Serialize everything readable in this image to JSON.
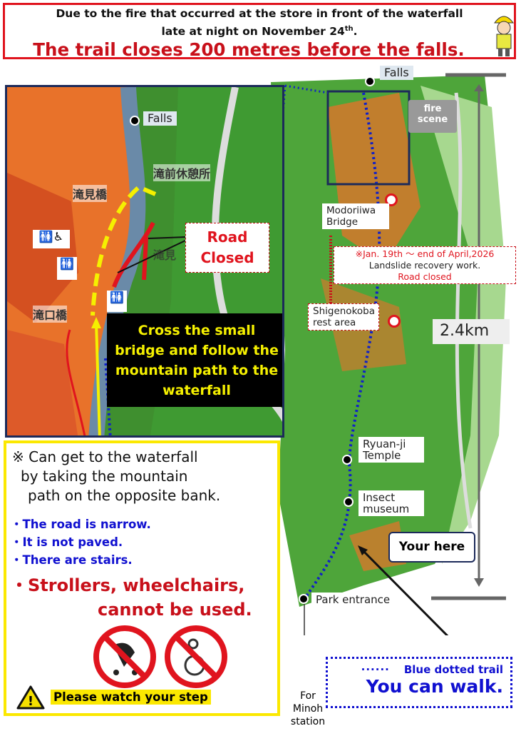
{
  "header": {
    "line1": "Due to the fire that occurred at the store in front of the waterfall",
    "line2": "late at night on November 24",
    "line2_sup": "th",
    "line2_end": ".",
    "headline": "The trail closes 200 metres before the falls."
  },
  "detail_map": {
    "falls_label": "Falls",
    "jp_labels": [
      "滝前休憩所",
      "滝見橋",
      "滝口橋",
      "滝見"
    ],
    "road_closed": "Road Closed",
    "instruction": "Cross the small bridge and follow the mountain path to the waterfall"
  },
  "overview_map": {
    "falls_label": "Falls",
    "fire_scene": "fire scene",
    "modoriiwa": "Modoriiwa Bridge",
    "notice": {
      "dates": "※Jan. 19th ～ end of April,2026",
      "work": "Landslide recovery work.",
      "closed": "Road closed"
    },
    "shigenokoba": "Shigenokoba rest area",
    "distance": "2.4km",
    "ryuanji": "Ryuan-ji Temple",
    "insect": "Insect museum",
    "you_here": "Your here",
    "park_entrance": "Park entrance",
    "minoh": "For Minoh station"
  },
  "info": {
    "note": [
      "※ Can get to the waterfall",
      "by taking the mountain",
      "path on the opposite bank."
    ],
    "bullets": [
      "・The road is narrow.",
      "・It is not paved.",
      "・There are stairs."
    ],
    "warning1": "・Strollers, wheelchairs,",
    "warning2": "cannot be used.",
    "watch_step": "Please watch your step"
  },
  "legend": {
    "line": "Blue dotted trail",
    "walk": "You can walk."
  },
  "colors": {
    "red": "#e0141e",
    "blue": "#1010d0",
    "yellow": "#fbe800",
    "navy": "#1c2a5a"
  }
}
